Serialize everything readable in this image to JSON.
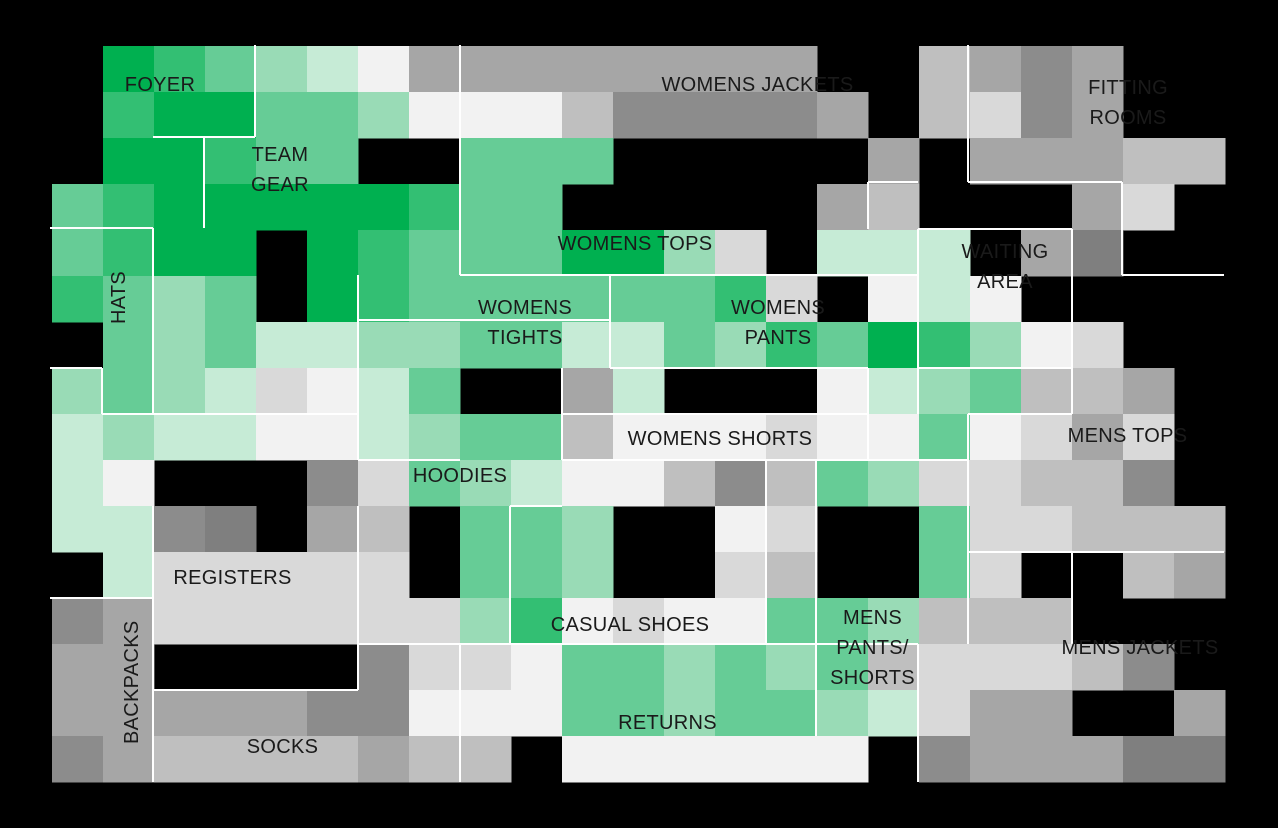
{
  "map": {
    "background": "#000000",
    "border_color": "#ffffff",
    "palette": {
      "G": "#00b050",
      "g": "#33bf73",
      "m": "#66cc96",
      "l": "#99dbb6",
      "p": "#c6ebd6",
      "w": "#f2f2f2",
      "a": "#d9d9d9",
      "b": "#bfbfbf",
      "c": "#a6a6a6",
      "d": "#8c8c8c",
      "e": "#7f7f7f",
      "k": "#000000"
    },
    "grid_rows": [
      "kkkkkkkkkkkkkkkkkkkkkkkkk",
      "kkGgmlpwcccccccckkbcdck",
      "kkgGGmmlwwwbddddckbadck",
      "kkGGgmmkkmmmkkkkkckcccbbk",
      "kmgGGGGGgmmkkkkkcbkkkcak",
      "kmgGGkGgmmmGGlakpppkcek",
      "kgmlmkGgmmmmmmgakwpwkkkkk",
      "kkmlmppllmmppmlgmGglwak",
      "klmlpawpmkkcpkkkwplmbbc",
      "kplppwwplmmbwwwawwmwaca",
      "kpwkkkdamlpwwbdbmlaabbd",
      "kppdekcbkmmlkkwakkmaabbb",
      "kkpaaaaakmmlkkabkkmakkbc",
      "kdcaaaaaalgwawwmmlbbbk",
      "kcckkkkdaawmmlmlmbaaabd",
      "kcccccddwwwmmlmmlpacckkc",
      "kdcbbbbcbbkwwwwwwkdcccee",
      "kkkkkkkkkkkkkkkkkkkkkkkkk"
    ],
    "labels": [
      {
        "name": "foyer",
        "text": "FOYER"
      },
      {
        "name": "team-gear",
        "text": "TEAM\nGEAR"
      },
      {
        "name": "womens-jackets",
        "text": "WOMENS JACKETS"
      },
      {
        "name": "fitting-rooms",
        "text": "FITTING\nROOMS"
      },
      {
        "name": "womens-tops",
        "text": "WOMENS TOPS"
      },
      {
        "name": "waiting-area",
        "text": "WAITING\nAREA"
      },
      {
        "name": "hats",
        "text": "HATS"
      },
      {
        "name": "womens-tights",
        "text": "WOMENS\nTIGHTS"
      },
      {
        "name": "womens-pants",
        "text": "WOMENS\nPANTS"
      },
      {
        "name": "womens-shorts",
        "text": "WOMENS SHORTS"
      },
      {
        "name": "mens-tops",
        "text": "MENS TOPS"
      },
      {
        "name": "hoodies",
        "text": "HOODIES"
      },
      {
        "name": "registers",
        "text": "REGISTERS"
      },
      {
        "name": "casual-shoes",
        "text": "CASUAL SHOES"
      },
      {
        "name": "mens-pants-shorts",
        "text": "MENS\nPANTS/\nSHORTS"
      },
      {
        "name": "mens-jackets",
        "text": "MENS JACKETS"
      },
      {
        "name": "backpacks",
        "text": "BACKPACKS"
      },
      {
        "name": "returns",
        "text": "RETURNS"
      },
      {
        "name": "socks",
        "text": "SOCKS"
      }
    ]
  }
}
